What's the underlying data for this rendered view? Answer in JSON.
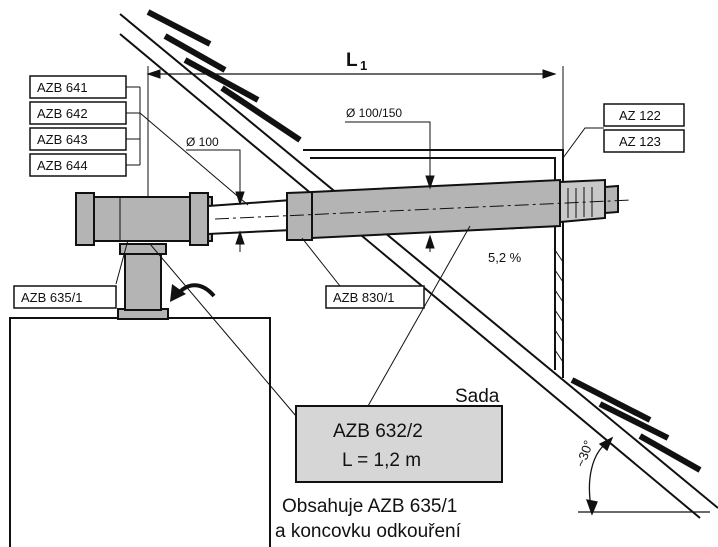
{
  "labels": {
    "left_stack": [
      "AZB 641",
      "AZB 642",
      "AZB 643",
      "AZB 644"
    ],
    "right_stack": [
      "AZ 122",
      "AZ 123"
    ],
    "azb_635": "AZB 635/1",
    "azb_830": "AZB 830/1"
  },
  "dimensions": {
    "length": "L",
    "length_sub": "1",
    "dia_inner": "Ø 100",
    "dia_outer": "Ø 100/150",
    "slope": "5,2 %",
    "angle": "~30°"
  },
  "kit": {
    "heading": "Sada",
    "box_line1": "AZB 632/2",
    "box_line2": "L = 1,2  m",
    "note_line1": "Obsahuje AZB 635/1",
    "note_line2": "a koncovku odkouření"
  },
  "colors": {
    "pipe": "#b4b4b4",
    "pipe_dark": "#8a8a8a",
    "box_fill": "#d6d6d6",
    "ink": "#111111"
  }
}
